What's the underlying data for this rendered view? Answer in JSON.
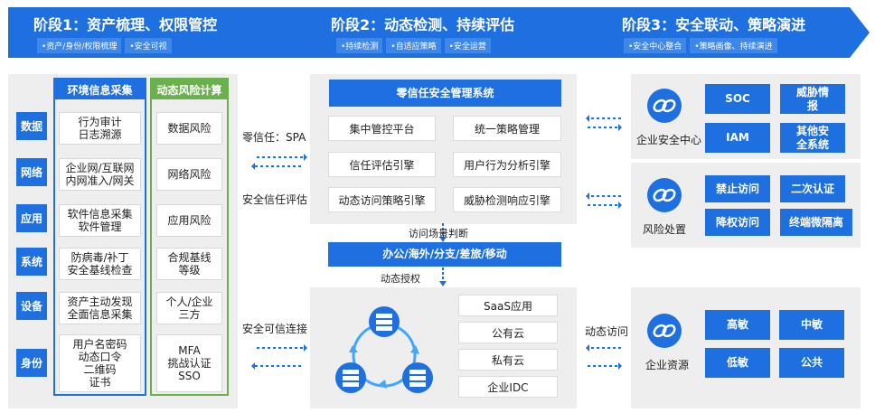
{
  "stages": [
    {
      "title": "阶段1：资产梳理、权限管控",
      "tags": [
        "•资产/身份/权限梳理",
        "•安全可视"
      ]
    },
    {
      "title": "阶段2：动态检测、持续评估",
      "tags": [
        "•持续检测",
        "•自适应策略",
        "•安全运营"
      ]
    },
    {
      "title": "阶段3：安全联动、策略演进",
      "tags": [
        "•安全中心整合",
        "•策略画像、持续演进"
      ]
    }
  ],
  "left": {
    "rows": [
      "数据",
      "网络",
      "应用",
      "系统",
      "设备",
      "身份"
    ],
    "env_title": "环境信息采集",
    "env_items": [
      "行为审计\n日志溯源",
      "企业网/互联网\n内网准入/网关",
      "软件信息采集\n软件管理",
      "防病毒/补丁\n安全基线检查",
      "资产主动发现\n全面信息采集",
      "用户名密码\n动态口令\n二维码\n证书"
    ],
    "risk_title": "动态风险计算",
    "risk_items": [
      "数据风险",
      "网络风险",
      "应用风险",
      "合规基线\n等级",
      "个人/企业\n三方",
      "MFA\n挑战认证\nSSO"
    ]
  },
  "links": {
    "spa": "零信任：SPA",
    "trust_eval": "安全信任评估",
    "trusted_conn": "安全可信连接",
    "dyn_access": "动态访问",
    "scene": "访问场景判断",
    "dyn_auth": "动态授权"
  },
  "center": {
    "system_title": "零信任安全管理系统",
    "modules": [
      "集中管控平台",
      "统一策略管理",
      "信任评估引擎",
      "用户行为分析引擎",
      "动态访问策略引擎",
      "威胁检测响应引擎"
    ],
    "scenes": "办公/海外/分支/差旅/移动",
    "deploy": [
      "SaaS应用",
      "公有云",
      "私有云",
      "企业IDC"
    ]
  },
  "right": {
    "soc_label": "企业安全中心",
    "soc_items": [
      "SOC",
      "威胁情\n报",
      "IAM",
      "其他安\n全系统"
    ],
    "risk_label": "风险处置",
    "risk_items": [
      "禁止访问",
      "二次认证",
      "降权访问",
      "终端微隔离"
    ],
    "res_label": "企业资源",
    "res_items": [
      "高敏",
      "中敏",
      "低敏",
      "公共"
    ]
  },
  "colors": {
    "primary": "#1e6fe0",
    "env_border": "#1e6fe0",
    "risk_border": "#6ab04c",
    "panel_bg": "#eeeeee"
  }
}
